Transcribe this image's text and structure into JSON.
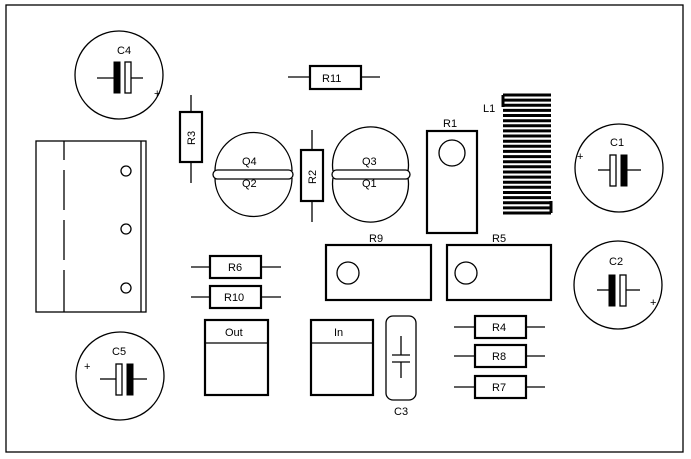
{
  "diagram": {
    "capacitors": {
      "c1": {
        "label": "C1",
        "polarity": "+"
      },
      "c2": {
        "label": "C2",
        "polarity": "+"
      },
      "c3": {
        "label": "C3"
      },
      "c4": {
        "label": "C4",
        "polarity": "+"
      },
      "c5": {
        "label": "C5",
        "polarity": "+"
      }
    },
    "resistors": {
      "r2": "R2",
      "r3": "R3",
      "r4": "R4",
      "r6": "R6",
      "r7": "R7",
      "r8": "R8",
      "r10": "R10",
      "r11": "R11"
    },
    "power_resistors": {
      "r1": "R1",
      "r5": "R5",
      "r9": "R9"
    },
    "transistors": {
      "q1": "Q1",
      "q2": "Q2",
      "q3": "Q3",
      "q4": "Q4"
    },
    "inductor": {
      "l1": "L1"
    },
    "terminals": {
      "out": "Out",
      "in": "In"
    }
  }
}
